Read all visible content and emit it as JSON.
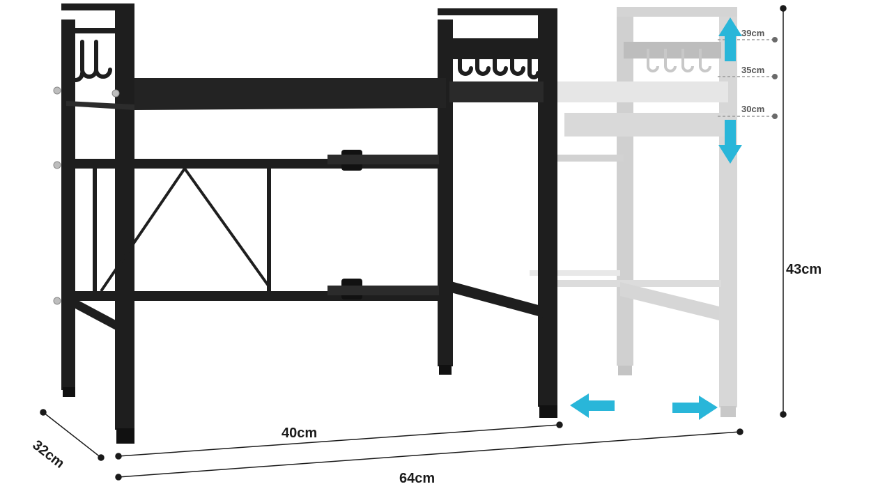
{
  "image": {
    "subject": "expandable under-sink shelf rack",
    "background_color": "#ffffff",
    "frame_color": "#1e1e1e",
    "ghost_color": "#cfcfcf",
    "arrow_color": "#29b6d9"
  },
  "dimensions": {
    "depth": "32cm",
    "base_width": "40cm",
    "max_width": "64cm",
    "height": "43cm",
    "shelf_heights": [
      "39cm",
      "35cm",
      "30cm"
    ]
  },
  "icons": [
    "arrow-up-icon",
    "arrow-down-icon",
    "arrow-left-icon",
    "arrow-right-icon"
  ]
}
